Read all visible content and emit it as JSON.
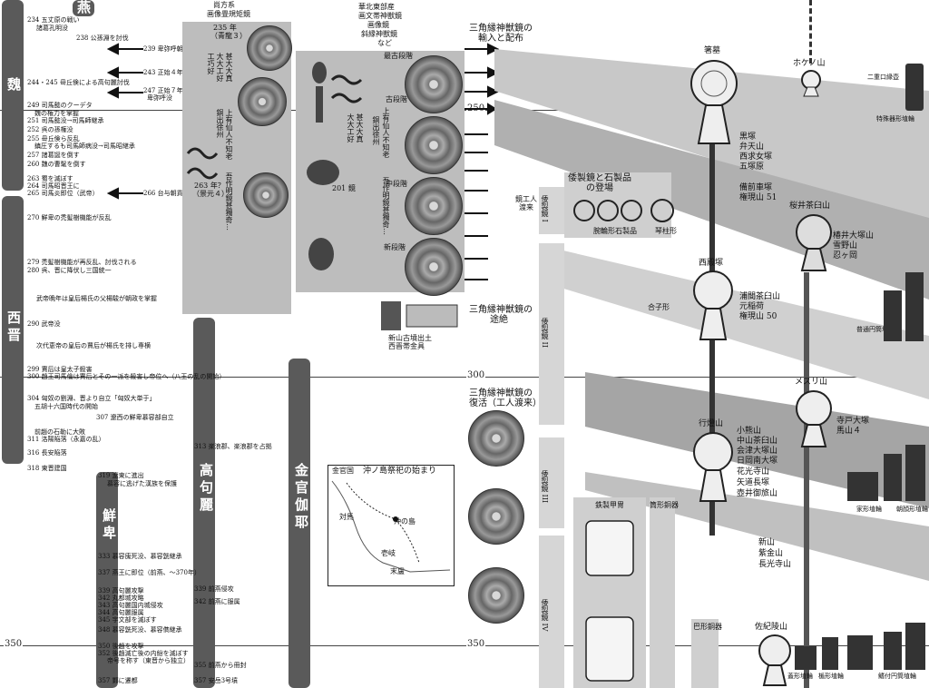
{
  "years": [
    "250",
    "300",
    "350"
  ],
  "dynasties": {
    "yan": "燕",
    "wei": "魏",
    "jin": "西晋",
    "xianbei": "鮮卑",
    "goguryeo": "高句麗",
    "gaya": "金官伽耶"
  },
  "events_wei": [
    "234 五丈原の戦い",
    "諸葛孔明没",
    "238 公孫淵を討伐",
    "244・245 毌丘倹による高句麗討伐",
    "249 司馬懿のクーデタ",
    "魏の権力を掌握",
    "251 司馬懿没→司馬師継承",
    "252 呉の孫権没",
    "255 毌丘倹ら反乱",
    "鎮圧するも司馬師病没→司馬昭継承",
    "257 諸葛誕を倒す",
    "260 魏の曹髦を倒す",
    "263 蜀を滅ぼす",
    "264 司馬昭晋王に",
    "265 司馬炎即位（武帝）"
  ],
  "events_jin": [
    "270 鮮卑の禿髪樹機能が反乱",
    "279 禿髪樹機能が再反乱、討伐される",
    "280 呉、晋に降伏し三国統一",
    "武帝晩年は皇后楊氏の父楊駿が朝政を掌握",
    "290 武帝没",
    "次代恵帝の皇后の賈后が楊氏を排し専横",
    "299 賈后は皇太子殺害",
    "300 趙王司馬倫は賈后とその一派を殺害し帝位へ（八王の乱の開始）",
    "304 匈奴の劉淵、晋より自立「匈奴大単于」",
    "五胡十六国時代の開始",
    "307 遼西の鮮卑慕容部自立",
    "前趙の石勒に大敗",
    "311 洛陽陥落（永嘉の乱）",
    "316 長安陥落",
    "318 東晋建国"
  ],
  "events_east": [
    "319 遼東に進出",
    "慕容に逃げた漢族を保護",
    "333 慕容廆死没、慕容皝継承",
    "337 燕王に即位（前燕、～370年）",
    "339 高句麗攻撃",
    "342 丸都城攻略",
    "343 高句麗国内城侵攻",
    "344 高句麗服属",
    "345 宇文部を滅ぼす",
    "348 慕容皝死没、慕容儁継承",
    "350 後趙を攻撃",
    "352 後趙滅亡後の内紛を滅ぼす",
    "帝号を称す（東晋から独立）",
    "357 鄴に遷都"
  ],
  "events_goguryeo": [
    "313 楽浪郡、楽浪郡を占拠",
    "339 前燕侵攻",
    "342 前燕に服属",
    "355 前燕から冊封",
    "357 安岳3号墳"
  ],
  "arrows": [
    "239 卑弥呼朝貢",
    "243 正始４年",
    "247 正始７年",
    "卑弥呼没",
    "266 台与朝貢"
  ],
  "mirror_panel": {
    "title1": "尚方系",
    "title2": "画像畳規矩鏡",
    "title3": "235 年",
    "title4": "（青龍３）",
    "inscription1": "甚大大真",
    "inscription2": "大大工好",
    "inscription3": "工巧好",
    "inscription4": "上有仙人不知老",
    "inscription5": "銅出徐州",
    "inscription6": "吾作明鏡甚獨奇…",
    "year2": "263 年？",
    "year2b": "（景元４）"
  },
  "mirror_panel2": {
    "title1": "華北東部産",
    "title2": "画文帯神獣鏡",
    "title3": "画像鏡",
    "title4": "斜縁神獣鏡",
    "title5": "など",
    "stages": [
      "最古段階",
      "古段階",
      "中段階",
      "新段階"
    ],
    "year": "201 鏡",
    "inscription1": "甚大大真",
    "inscription2": "大大工好",
    "inscription3": "上有仙人不知老",
    "inscription4": "銅出徐州",
    "inscription5": "吾作明鏡甚獨奇…"
  },
  "sankaku": {
    "import_title": "三角縁神獣鏡の",
    "import_title2": "輸入と配布",
    "end_title": "三角縁神獣鏡の",
    "end_title2": "途絶",
    "revival_title": "三角縁神獣鏡の",
    "revival_title2": "復活（工人渡来）",
    "belt": "新山古墳出土",
    "belt2": "西晋帯金具"
  },
  "wasei": {
    "title": "倭製鏡と石製品",
    "title2": "の登場",
    "craft": "鏡工人",
    "craft2": "渡来",
    "phases": [
      "倭製鏡 I",
      "倭製鏡 II",
      "倭製鏡 III",
      "倭製鏡 IV"
    ],
    "bracelet": "腕輪形石製品",
    "kotoji": "琴柱形",
    "godo": "合子形",
    "armor": "鉄製甲冑",
    "sword": "筒形銅器",
    "tomoe": "巴形銅器"
  },
  "tombs": [
    {
      "name": "箸墓",
      "sites": [
        "黒塚",
        "弁天山",
        "西求女塚",
        "五塚原",
        "",
        "備前車塚",
        "権現山 51"
      ]
    },
    {
      "name": "ホケノ山",
      "sites": []
    },
    {
      "name": "桜井茶臼山",
      "sites": [
        "椿井大塚山",
        "雪野山",
        "忍ヶ岡"
      ]
    },
    {
      "name": "西殿塚",
      "sites": [
        "浦間茶臼山",
        "元稲荷",
        "権現山 50"
      ]
    },
    {
      "name": "メスリ山",
      "sites": [
        "寺戸大塚",
        "馬山４"
      ]
    },
    {
      "name": "行燈山",
      "sites": [
        "小熊山",
        "中山茶臼山",
        "会津大塚山",
        "日岡南大塚",
        "花光寺山",
        "矢道長塚",
        "壺井御旅山"
      ]
    },
    {
      "name": "佐紀陵山",
      "sites": []
    },
    {
      "name": "",
      "sites": [
        "新山",
        "紫金山",
        "長光寺山"
      ]
    }
  ],
  "haniwa": [
    "二重口縁壺",
    "特殊器形埴輪",
    "普通円筒埴輪",
    "家形埴輪",
    "朝顔形埴輪",
    "蓋形埴輪",
    "楯形埴輪",
    "鰭付円筒埴輪"
  ],
  "map": {
    "title": "沖ノ島祭祀の始まり",
    "gaya": "金官国",
    "island": "沖の島",
    "tsushima": "対馬",
    "iki": "壱岐",
    "kyushu": "末盧"
  }
}
